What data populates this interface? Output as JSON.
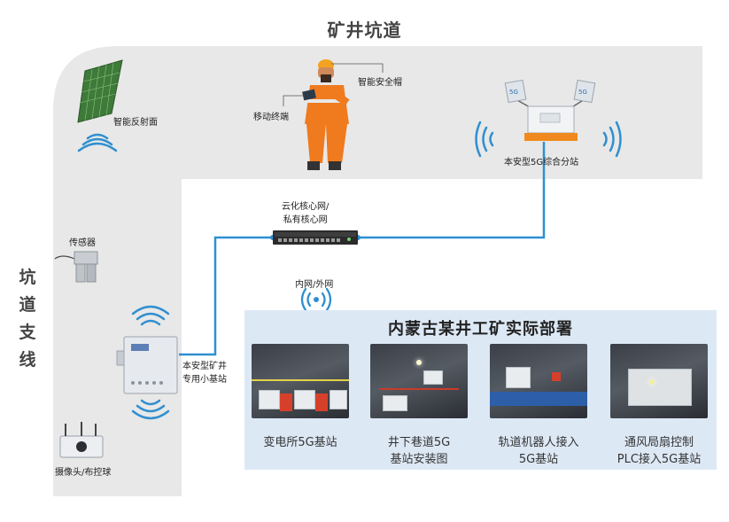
{
  "titles": {
    "main_tunnel": "矿井坑道",
    "branch_tunnel": [
      "坑",
      "道",
      "支",
      "线"
    ]
  },
  "labels": {
    "smart_reflector": "智能反射面",
    "smart_helmet": "智能安全帽",
    "mobile_terminal": "移动终端",
    "integrated_substation": "本安型5G综合分站",
    "cloud_core": [
      "云化核心网/",
      "私有核心网"
    ],
    "intranet_extranet": "内网/外网",
    "sensor": "传感器",
    "small_base_station": [
      "本安型矿井",
      "专用小基站"
    ],
    "camera": "摄像头/布控球"
  },
  "deployment": {
    "title": "内蒙古某井工矿实际部署",
    "items": [
      {
        "caption": [
          "变电所5G基站"
        ]
      },
      {
        "caption": [
          "井下巷道5G",
          "基站安装图"
        ]
      },
      {
        "caption": [
          "轨道机器人接入",
          "5G基站"
        ]
      },
      {
        "caption": [
          "通风局扇控制",
          "PLC接入5G基站"
        ]
      }
    ]
  },
  "colors": {
    "tunnel": "#e8e8e8",
    "link_line": "#2f8fd0",
    "signal": "#2f8fd0",
    "panel_bg": "#dde8f5",
    "worker_suit": "#f07a1e",
    "substation_base": "#f08a1e"
  }
}
